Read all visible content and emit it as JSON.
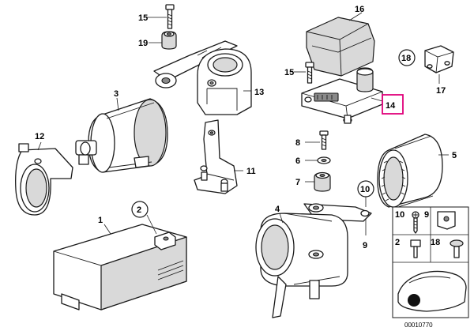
{
  "callouts": {
    "p1": "1",
    "p2": "2",
    "p3": "3",
    "p4": "4",
    "p5": "5",
    "p6": "6",
    "p7": "7",
    "p8": "8",
    "p9": "9",
    "p10": "10",
    "p11": "11",
    "p12": "12",
    "p13": "13",
    "p14": "14",
    "p15a": "15",
    "p15b": "15",
    "p16": "16",
    "p17": "17",
    "p18": "18",
    "p19": "19"
  },
  "legend": {
    "r10": "10",
    "r9": "9",
    "r2": "2",
    "r18": "18"
  },
  "diagram_id": "00010770",
  "highlight_color": "#e0007a"
}
